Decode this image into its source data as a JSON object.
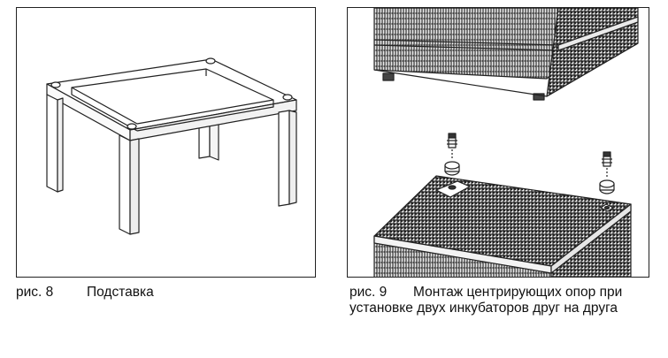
{
  "figures": [
    {
      "number": "рис. 8",
      "caption": "Подставка"
    },
    {
      "number": "рис. 9",
      "caption": "Монтаж центрирующих опор при установке двух инкубаторов друг на друга"
    }
  ],
  "colors": {
    "line": "#222222",
    "stipple": "#b0b0b0"
  }
}
